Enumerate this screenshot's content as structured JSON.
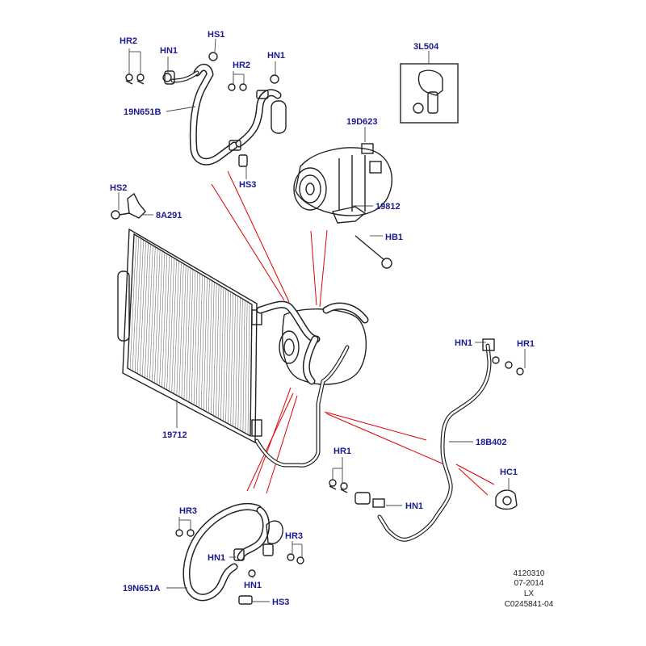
{
  "labels": {
    "hr2_a": "HR2",
    "hn1_a": "HN1",
    "hs1": "HS1",
    "hr2_b": "HR2",
    "hn1_b": "HN1",
    "p19n651b": "19N651B",
    "hs3_a": "HS3",
    "p3l504": "3L504",
    "p19d623": "19D623",
    "hs2": "HS2",
    "p8a291": "8A291",
    "p19812": "19812",
    "hb1": "HB1",
    "hn1_c": "HN1",
    "hr1_a": "HR1",
    "p19712": "19712",
    "p18b402": "18B402",
    "hr1_b": "HR1",
    "hc1": "HC1",
    "hn1_d": "HN1",
    "hr3_a": "HR3",
    "hr3_b": "HR3",
    "hn1_e": "HN1",
    "hn1_f": "HN1",
    "p19n651a": "19N651A",
    "hs3_b": "HS3"
  },
  "footer": {
    "line1": "4120310",
    "line2": "07-2014",
    "line3": "LX",
    "line4": "C0245841-04"
  },
  "colors": {
    "label": "#1a1a8c",
    "leader": "#444444",
    "callout_line": "#e00000",
    "outline": "#222222"
  }
}
